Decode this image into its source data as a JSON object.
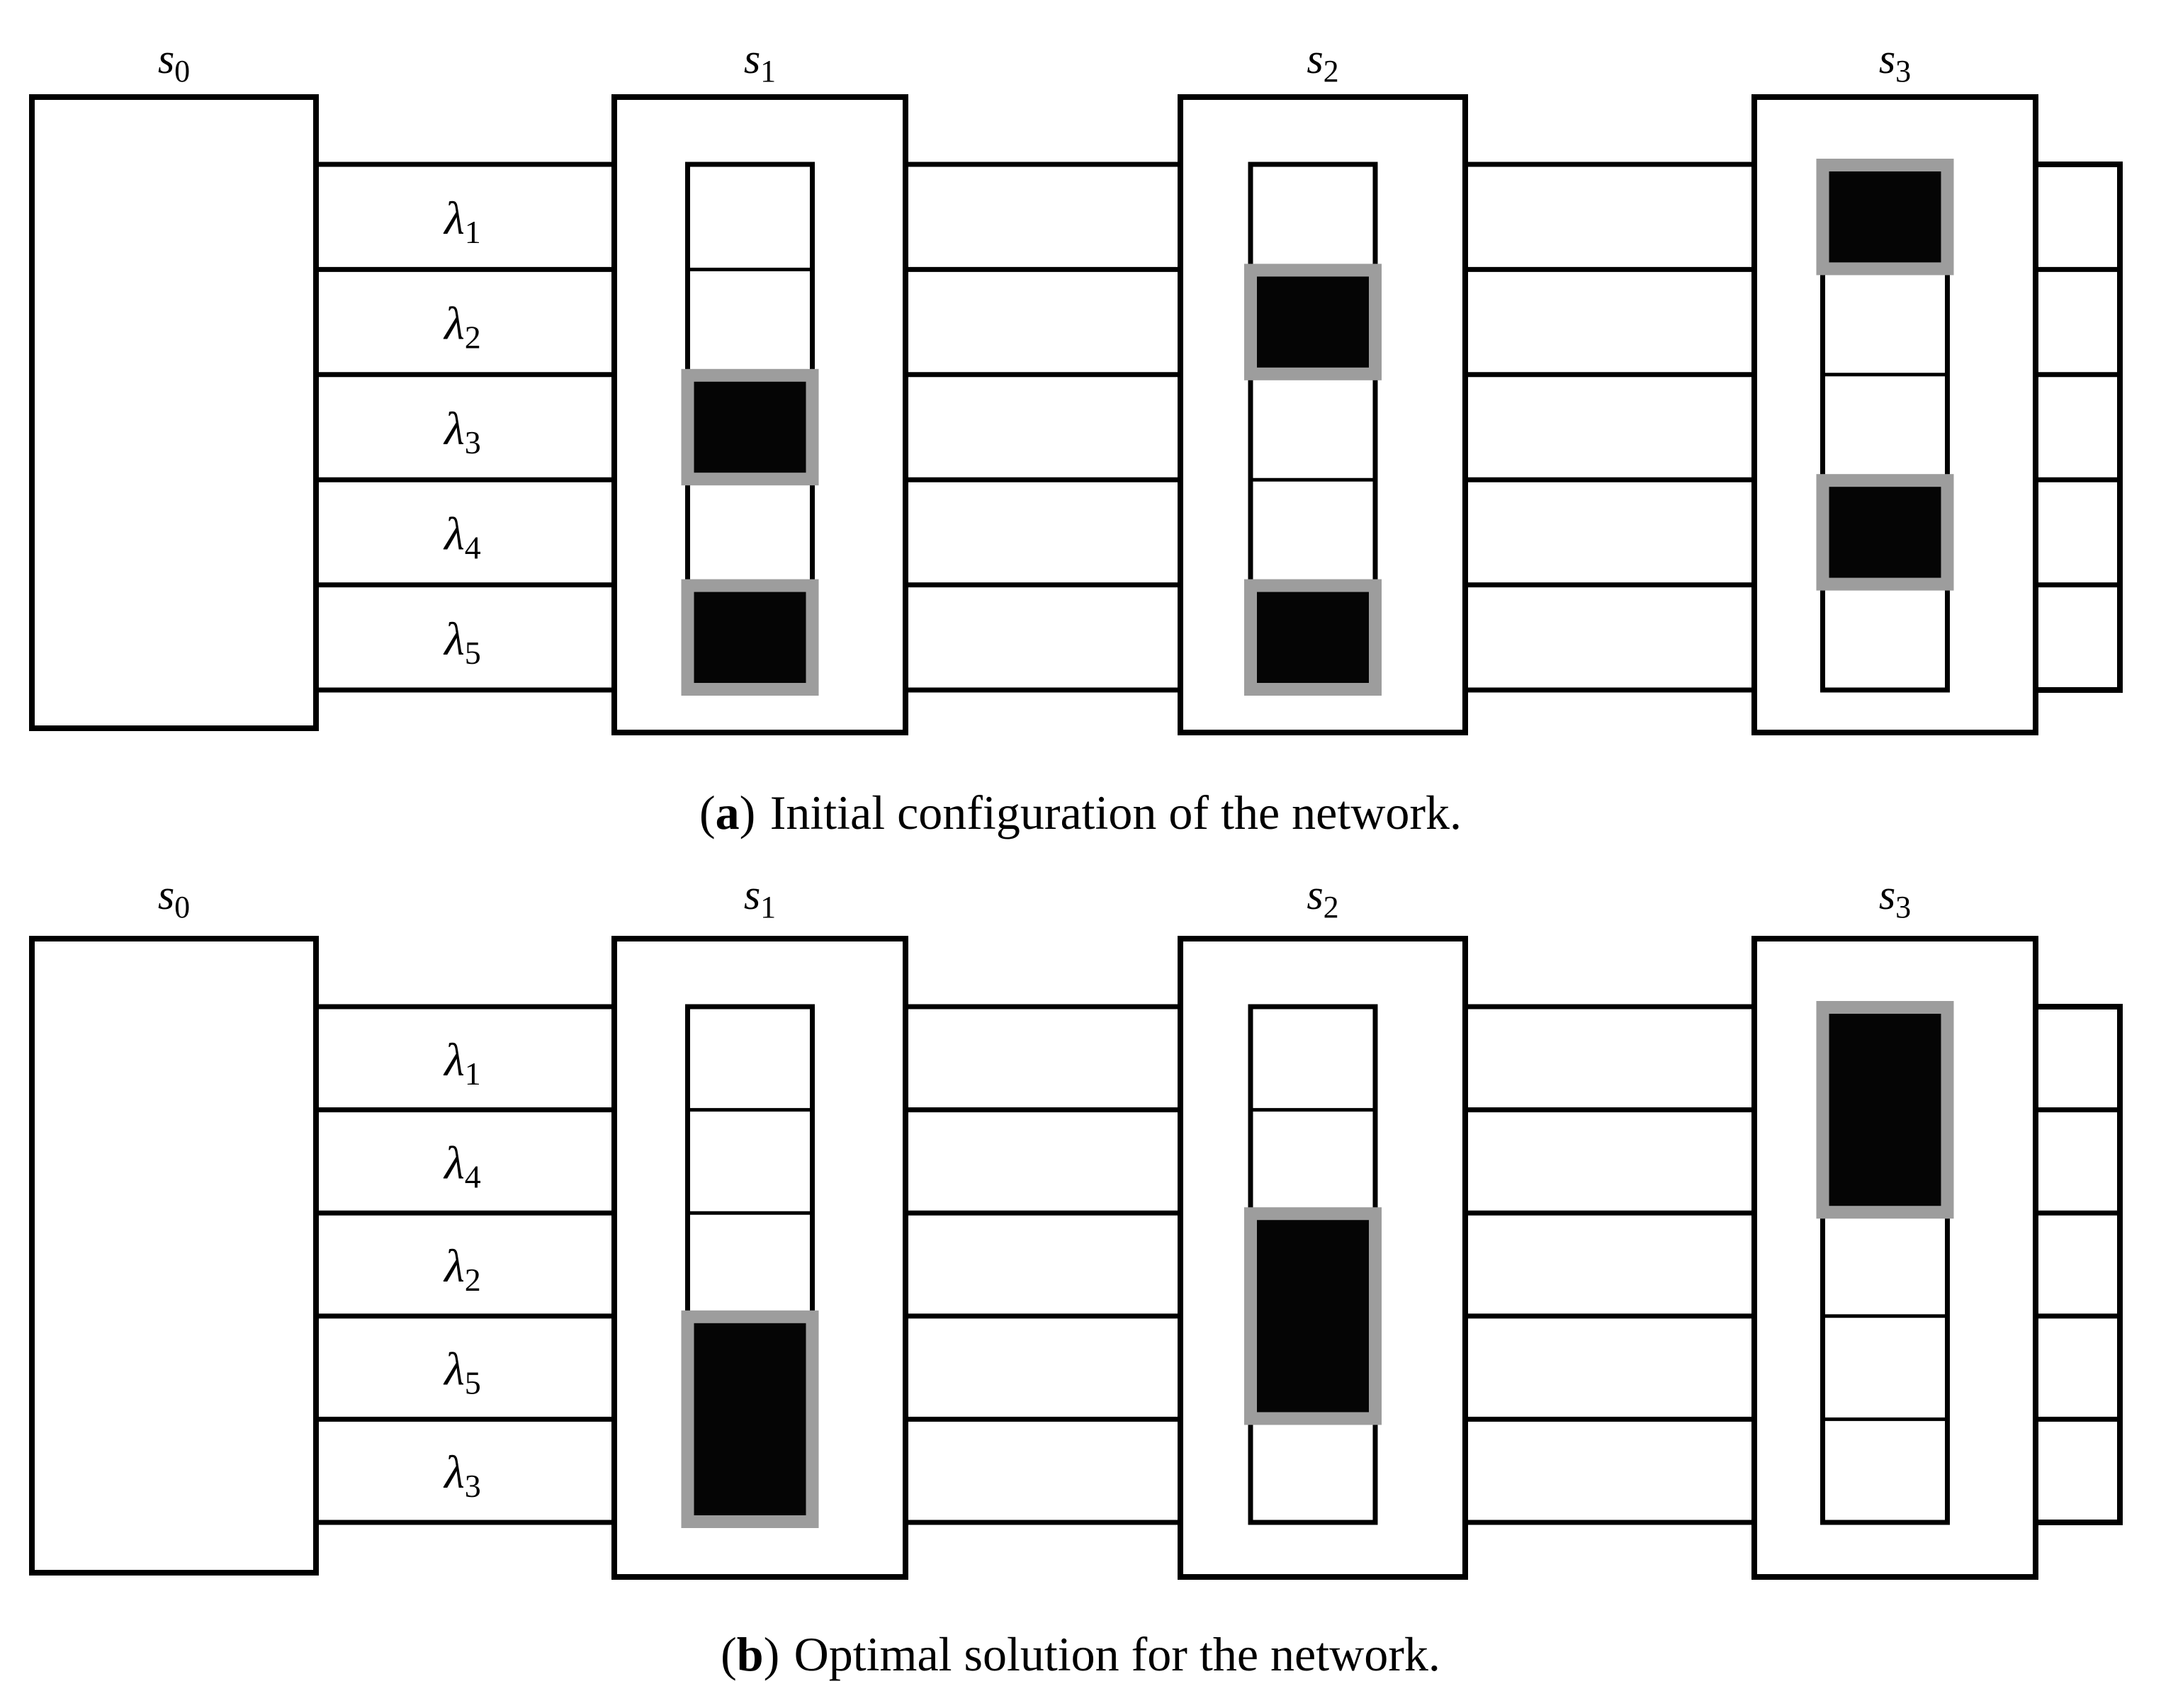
{
  "colors": {
    "line": "#000000",
    "cell_fill": "#050505",
    "cell_border": "#9d9d9d",
    "background": "#ffffff",
    "text": "#000000"
  },
  "figures": [
    {
      "id": "a",
      "caption": {
        "open": "(",
        "letter": "a",
        "close": ")",
        "text": "Initial configuration of the network."
      },
      "source": {
        "base": "s",
        "sub": "0"
      },
      "lanes": [
        {
          "base": "λ",
          "sub": "1"
        },
        {
          "base": "λ",
          "sub": "2"
        },
        {
          "base": "λ",
          "sub": "3"
        },
        {
          "base": "λ",
          "sub": "4"
        },
        {
          "base": "λ",
          "sub": "5"
        }
      ],
      "switches": [
        {
          "base": "s",
          "sub": "1",
          "filled_cells": [
            {
              "lane_index": 3,
              "span": 1
            },
            {
              "lane_index": 5,
              "span": 1
            }
          ]
        },
        {
          "base": "s",
          "sub": "2",
          "filled_cells": [
            {
              "lane_index": 2,
              "span": 1
            },
            {
              "lane_index": 5,
              "span": 1
            }
          ]
        },
        {
          "base": "s",
          "sub": "3",
          "filled_cells": [
            {
              "lane_index": 1,
              "span": 1
            },
            {
              "lane_index": 4,
              "span": 1
            }
          ]
        }
      ],
      "tail_cells": 5
    },
    {
      "id": "b",
      "caption": {
        "open": "(",
        "letter": "b",
        "close": ")",
        "text": "Optimal solution for the network."
      },
      "source": {
        "base": "s",
        "sub": "0"
      },
      "lanes": [
        {
          "base": "λ",
          "sub": "1"
        },
        {
          "base": "λ",
          "sub": "4"
        },
        {
          "base": "λ",
          "sub": "2"
        },
        {
          "base": "λ",
          "sub": "5"
        },
        {
          "base": "λ",
          "sub": "3"
        }
      ],
      "switches": [
        {
          "base": "s",
          "sub": "1",
          "filled_cells": [
            {
              "lane_index": 4,
              "span": 2
            }
          ]
        },
        {
          "base": "s",
          "sub": "2",
          "filled_cells": [
            {
              "lane_index": 3,
              "span": 2
            }
          ]
        },
        {
          "base": "s",
          "sub": "3",
          "filled_cells": [
            {
              "lane_index": 1,
              "span": 2
            }
          ]
        }
      ],
      "tail_cells": 5
    }
  ]
}
